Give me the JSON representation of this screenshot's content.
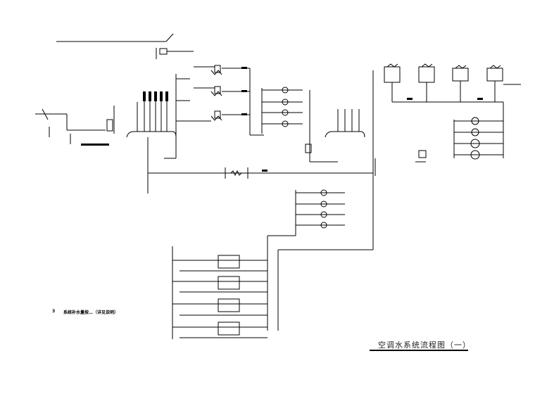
{
  "drawing": {
    "title": "空调水系统流程图（一）",
    "note_number": "3",
    "note_text": "系统补水量按…（详见说明）"
  }
}
